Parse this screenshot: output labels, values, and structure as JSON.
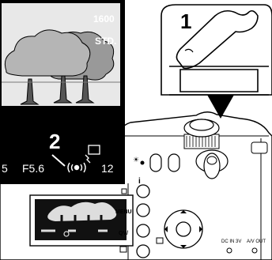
{
  "viewfinder": {
    "iso": "1600",
    "quality": "STD.",
    "shutter_partial": "5",
    "aperture": "F5.6",
    "frames": "12"
  },
  "callouts": {
    "step1": "1",
    "step2": "2"
  },
  "camera_labels": {
    "info": "i",
    "menu": "MENU",
    "qv": "QV/",
    "dc_in": "DC IN 3V",
    "av_out": "A/V OUT"
  }
}
